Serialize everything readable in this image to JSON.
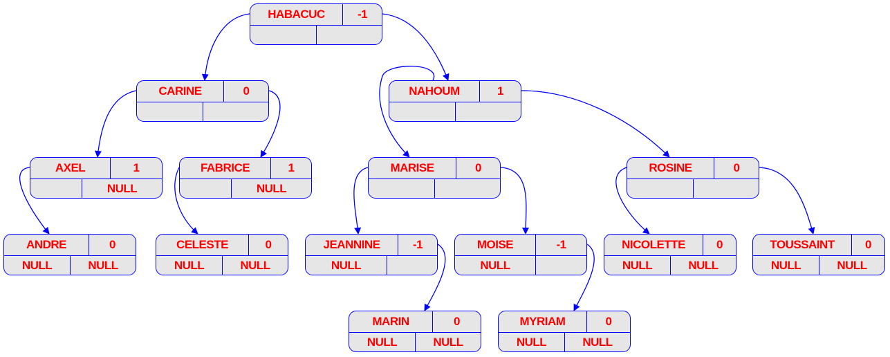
{
  "nodes": [
    {
      "id": "habacuc",
      "key": "HABACUC",
      "balance": "-1",
      "left": "",
      "right": ""
    },
    {
      "id": "carine",
      "key": "CARINE",
      "balance": "0",
      "left": "",
      "right": ""
    },
    {
      "id": "nahoum",
      "key": "NAHOUM",
      "balance": "1",
      "left": "",
      "right": ""
    },
    {
      "id": "axel",
      "key": "AXEL",
      "balance": "1",
      "left": "",
      "right": "NULL"
    },
    {
      "id": "fabrice",
      "key": "FABRICE",
      "balance": "1",
      "left": "",
      "right": "NULL"
    },
    {
      "id": "marise",
      "key": "MARISE",
      "balance": "0",
      "left": "",
      "right": ""
    },
    {
      "id": "rosine",
      "key": "ROSINE",
      "balance": "0",
      "left": "",
      "right": ""
    },
    {
      "id": "andre",
      "key": "ANDRE",
      "balance": "0",
      "left": "NULL",
      "right": "NULL"
    },
    {
      "id": "celeste",
      "key": "CELESTE",
      "balance": "0",
      "left": "NULL",
      "right": "NULL"
    },
    {
      "id": "jeannine",
      "key": "JEANNINE",
      "balance": "-1",
      "left": "NULL",
      "right": ""
    },
    {
      "id": "moise",
      "key": "MOISE",
      "balance": "-1",
      "left": "NULL",
      "right": ""
    },
    {
      "id": "nicolette",
      "key": "NICOLETTE",
      "balance": "0",
      "left": "NULL",
      "right": "NULL"
    },
    {
      "id": "toussaint",
      "key": "TOUSSAINT",
      "balance": "0",
      "left": "NULL",
      "right": "NULL"
    },
    {
      "id": "marin",
      "key": "MARIN",
      "balance": "0",
      "left": "NULL",
      "right": "NULL"
    },
    {
      "id": "myriam",
      "key": "MYRIAM",
      "balance": "0",
      "left": "NULL",
      "right": "NULL"
    }
  ],
  "edges": [
    {
      "from": "habacuc",
      "to": "carine"
    },
    {
      "from": "habacuc",
      "to": "nahoum"
    },
    {
      "from": "carine",
      "to": "axel"
    },
    {
      "from": "carine",
      "to": "fabrice"
    },
    {
      "from": "nahoum",
      "to": "marise"
    },
    {
      "from": "nahoum",
      "to": "rosine"
    },
    {
      "from": "axel",
      "to": "andre"
    },
    {
      "from": "fabrice",
      "to": "celeste"
    },
    {
      "from": "marise",
      "to": "jeannine"
    },
    {
      "from": "marise",
      "to": "moise"
    },
    {
      "from": "rosine",
      "to": "nicolette"
    },
    {
      "from": "rosine",
      "to": "toussaint"
    },
    {
      "from": "jeannine",
      "to": "marin"
    },
    {
      "from": "moise",
      "to": "myriam"
    }
  ],
  "colors": {
    "edge": "#0000ff",
    "node_border": "#0000ff",
    "node_fill": "#e6e6e6",
    "text": "#ff0000"
  }
}
